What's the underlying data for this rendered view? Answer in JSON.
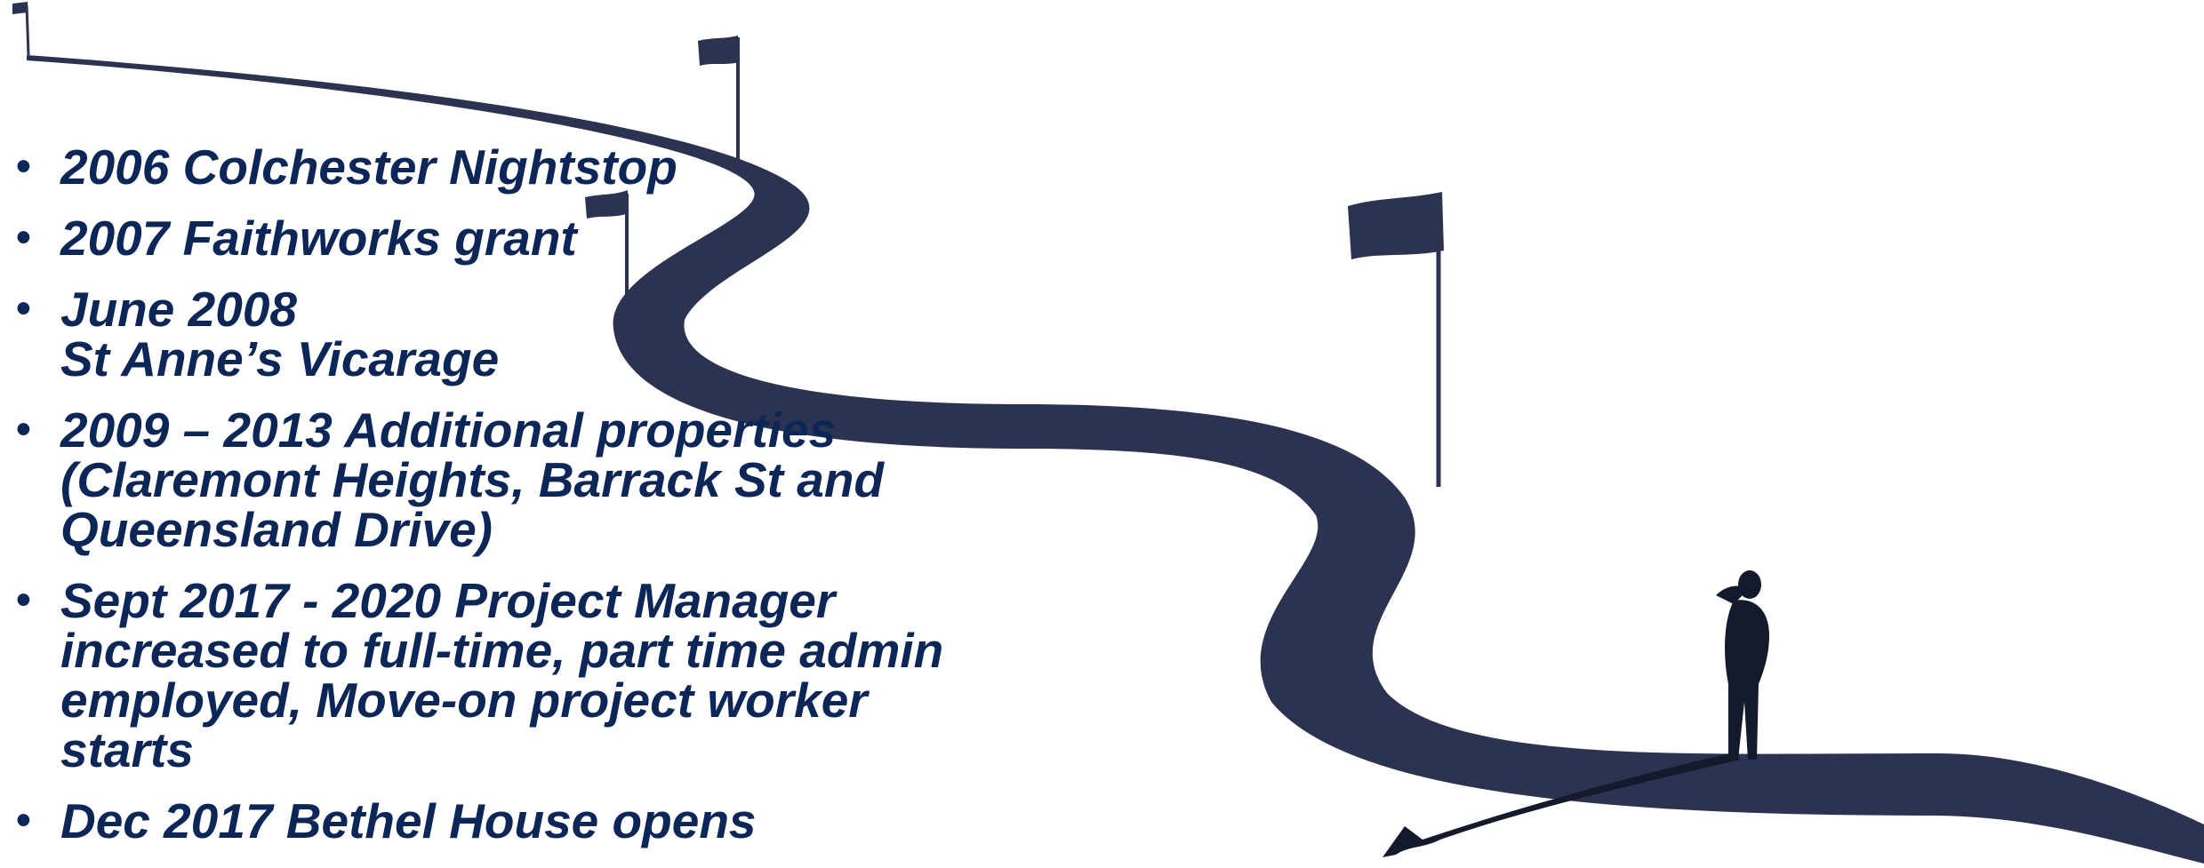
{
  "colors": {
    "text": "#0d2658",
    "road": "#2b3350",
    "flag": "#2b3350",
    "background": "#ffffff"
  },
  "illustration": {
    "icons": [
      "winding-road",
      "flag-icon",
      "person-silhouette"
    ]
  },
  "timeline": [
    {
      "lines": [
        "2006 Colchester Nightstop"
      ]
    },
    {
      "lines": [
        "2007 Faithworks grant"
      ]
    },
    {
      "lines": [
        "June 2008",
        "St Anne’s Vicarage"
      ]
    },
    {
      "lines": [
        "2009 – 2013 Additional properties",
        "(Claremont Heights, Barrack St and",
        "Queensland Drive)"
      ]
    },
    {
      "lines": [
        "Sept 2017 - 2020 Project Manager",
        "increased to full-time, part time admin",
        "employed, Move-on project worker",
        "starts"
      ]
    },
    {
      "lines": [
        "Dec 2017 Bethel House opens"
      ]
    }
  ]
}
